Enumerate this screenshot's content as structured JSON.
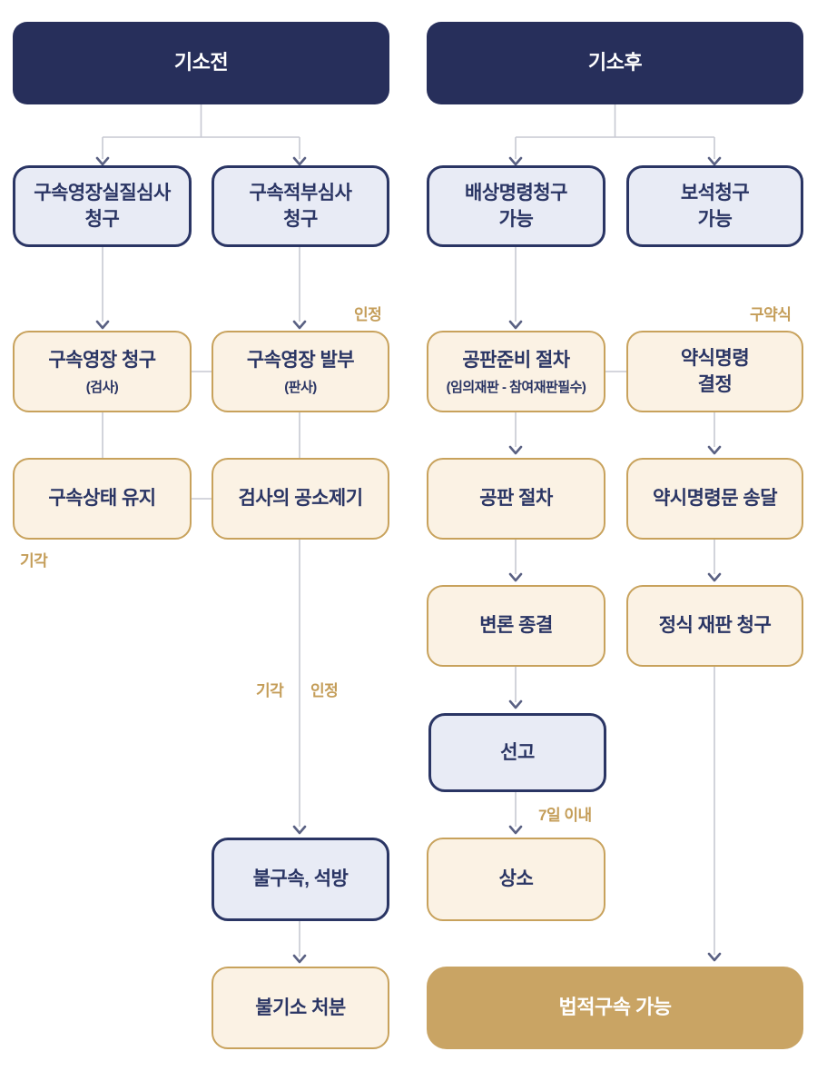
{
  "headers": {
    "left": "기소전",
    "right": "기소후"
  },
  "nodes": {
    "warrant_substantive_review": {
      "title": "구속영장실질심사\n청구"
    },
    "detention_legality_review": {
      "title": "구속적부심사\n청구"
    },
    "compensation_order": {
      "title": "배상명령청구\n가능"
    },
    "bail_request": {
      "title": "보석청구\n가능"
    },
    "warrant_request": {
      "title": "구속영장 청구",
      "subtitle": "(검사)"
    },
    "warrant_issuance": {
      "title": "구속영장 발부",
      "subtitle": "(판사)"
    },
    "trial_preparation": {
      "title": "공판준비 절차",
      "subtitle": "(임의재판 - 참여재판필수)"
    },
    "summary_order_decision": {
      "title": "약식명령\n결정"
    },
    "detention_maintained": {
      "title": "구속상태 유지"
    },
    "prosecution_filing": {
      "title": "검사의 공소제기"
    },
    "trial_procedure": {
      "title": "공판 절차"
    },
    "summary_order_delivery": {
      "title": "약시명령문 송달"
    },
    "closing_arguments": {
      "title": "변론 종결"
    },
    "formal_trial_request": {
      "title": "정식 재판 청구"
    },
    "sentencing": {
      "title": "선고"
    },
    "release": {
      "title": "불구속, 석방"
    },
    "appeal": {
      "title": "상소"
    },
    "non_indictment": {
      "title": "불기소 처분"
    },
    "legal_detention": {
      "title": "법적구속 가능"
    }
  },
  "edge_labels": {
    "approved_top": "인정",
    "summary_indictment": "구약식",
    "dismissed_left": "기각",
    "dismissed_mid": "기각",
    "approved_mid": "인정",
    "within_7_days": "7일 이내"
  },
  "colors": {
    "header_navy": "#272F5B",
    "node_border_navy": "#2A3564",
    "node_fill_blue": "#E8EBF5",
    "node_fill_cream": "#FBF2E4",
    "node_border_tan": "#C8A25C",
    "terminal_gold": "#C9A464",
    "edge_label_tan": "#C49D58",
    "line_gray": "#C7C9D2",
    "arrow_slate": "#5A6183",
    "text_navy": "#2A3564",
    "text_white": "#FFFFFF"
  }
}
